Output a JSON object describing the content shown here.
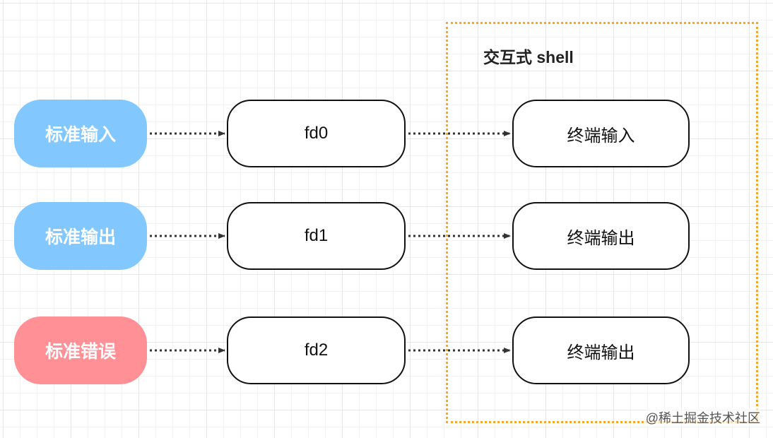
{
  "group": {
    "title": "交互式 shell",
    "border_color": "#f2a93b"
  },
  "rows": [
    {
      "source": "标准输入",
      "fd": "fd0",
      "terminal": "终端输入",
      "color": "#82c8ff"
    },
    {
      "source": "标准输出",
      "fd": "fd1",
      "terminal": "终端输出",
      "color": "#82c8ff"
    },
    {
      "source": "标准错误",
      "fd": "fd2",
      "terminal": "终端输出",
      "color": "#ff9196"
    }
  ],
  "watermark": "@稀土掘金技术社区"
}
